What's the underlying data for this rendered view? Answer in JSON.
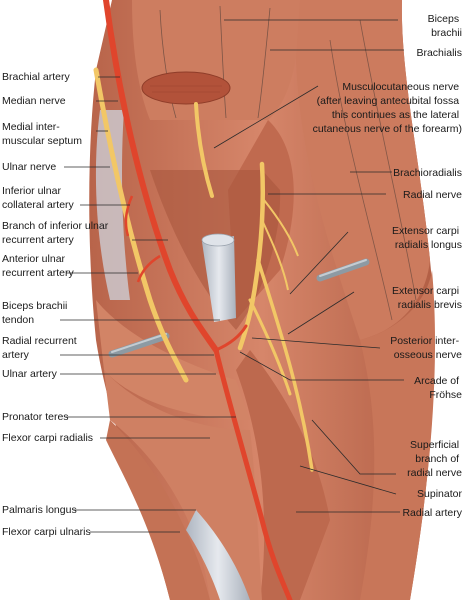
{
  "colors": {
    "background": "#ffffff",
    "muscle": "#c8765a",
    "muscle_dark": "#a9563d",
    "muscle_light": "#dd967a",
    "artery": "#e0452c",
    "nerve": "#f2c766",
    "tendon": "#c9cfd8",
    "retractor": "#8d9aa3",
    "text": "#1a1a1a"
  },
  "labels": {
    "right": {
      "biceps_brachii": [
        "Biceps",
        "brachii"
      ],
      "brachialis": [
        "Brachialis"
      ],
      "musculocutaneous_nerve": [
        "Musculocutaneous nerve",
        "(after leaving antecubital fossa",
        "this continues as the lateral",
        "cutaneous nerve of the forearm)"
      ],
      "brachioradialis": [
        "Brachioradialis"
      ],
      "radial_nerve": [
        "Radial nerve"
      ],
      "ecr_longus": [
        "Extensor carpi",
        "radialis longus"
      ],
      "ecr_brevis": [
        "Extensor carpi",
        "radialis brevis"
      ],
      "posterior_interosseous_nerve": [
        "Posterior inter-",
        "osseous nerve"
      ],
      "arcade_of_frohse": [
        "Arcade of",
        "Fröhse"
      ],
      "superficial_branch_radial_nerve": [
        "Superficial",
        "branch of",
        "radial nerve"
      ],
      "supinator": [
        "Supinator"
      ],
      "radial_artery": [
        "Radial artery"
      ]
    },
    "left": {
      "brachial_artery": [
        "Brachial artery"
      ],
      "median_nerve": [
        "Median nerve"
      ],
      "medial_intermuscular_septum": [
        "Medial inter-",
        "muscular septum"
      ],
      "ulnar_nerve": [
        "Ulnar nerve"
      ],
      "inferior_ulnar_collateral_artery": [
        "Inferior ulnar",
        "collateral artery"
      ],
      "branch_inferior_ulnar_recurrent": [
        "Branch of inferior ulnar",
        "recurrent artery"
      ],
      "anterior_ulnar_recurrent": [
        "Anterior ulnar",
        "recurrent artery"
      ],
      "biceps_brachii_tendon": [
        "Biceps brachii",
        "tendon"
      ],
      "radial_recurrent_artery": [
        "Radial recurrent",
        "artery"
      ],
      "ulnar_artery": [
        "Ulnar artery"
      ],
      "pronator_teres": [
        "Pronator teres"
      ],
      "flexor_carpi_radialis": [
        "Flexor carpi radialis"
      ],
      "palmaris_longus": [
        "Palmaris longus"
      ],
      "flexor_carpi_ulnaris": [
        "Flexor carpi ulnaris"
      ]
    }
  }
}
